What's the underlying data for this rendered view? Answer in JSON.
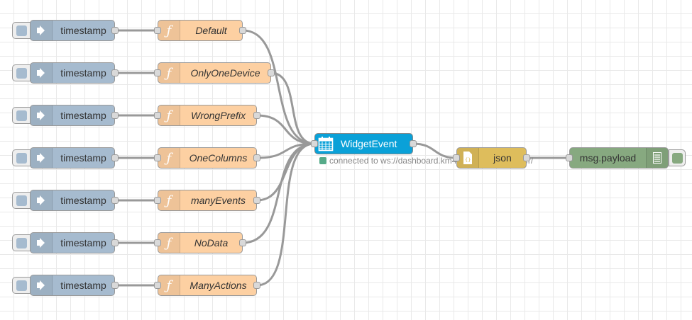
{
  "canvas": {
    "inject_label": "timestamp",
    "functions": [
      "Default",
      "OnlyOneDevice",
      "WrongPrefix",
      "OneColumns",
      "manyEvents",
      "NoData",
      "ManyActions"
    ],
    "widget": {
      "label": "WidgetEvent",
      "status": "connected to ws://dashboard.km4city.org:9000/server/",
      "status_color": "#55aa88"
    },
    "json_node": {
      "label": "json"
    },
    "debug_node": {
      "label": "msg.payload"
    }
  },
  "colors": {
    "inject": "#a6bbcf",
    "function": "#fdd0a2",
    "widget": "#0aa1d8",
    "json": "#debd5c",
    "debug": "#87a980",
    "wire": "#999999"
  }
}
